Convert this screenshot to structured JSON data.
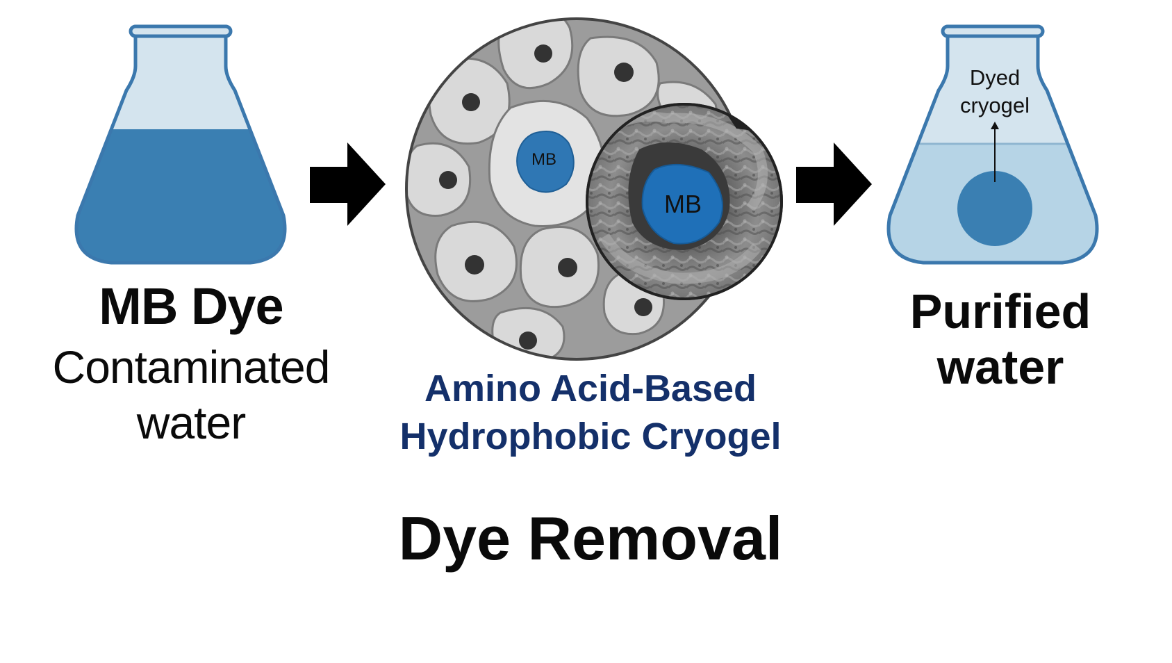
{
  "left_panel": {
    "title": "MB Dye",
    "subtitle_line1": "Contaminated",
    "subtitle_line2": "water"
  },
  "middle_panel": {
    "cell_label": "MB",
    "zoom_label": "MB",
    "caption_line1": "Amino Acid-Based",
    "caption_line2": "Hydrophobic Cryogel"
  },
  "right_panel": {
    "annotation_line1": "Dyed",
    "annotation_line2": "cryogel",
    "title_line1": "Purified",
    "title_line2": "water"
  },
  "footer": {
    "title": "Dye Removal"
  },
  "colors": {
    "dye_blue": "#3a7fb2",
    "flask_outline": "#3b78ad",
    "flask_glass": "#d4e4ee",
    "clear_water": "#b6d4e6",
    "mb_blue": "#1f70b8",
    "caption_navy": "#14306a",
    "arrow": "#000000"
  },
  "icons": {
    "left_flask": "erlenmeyer-flask-icon",
    "right_flask": "erlenmeyer-flask-icon",
    "arrows": "right-arrow-icon",
    "cryogel": "porous-cryogel-icon",
    "sem_zoom": "magnifier-zoom-icon"
  }
}
